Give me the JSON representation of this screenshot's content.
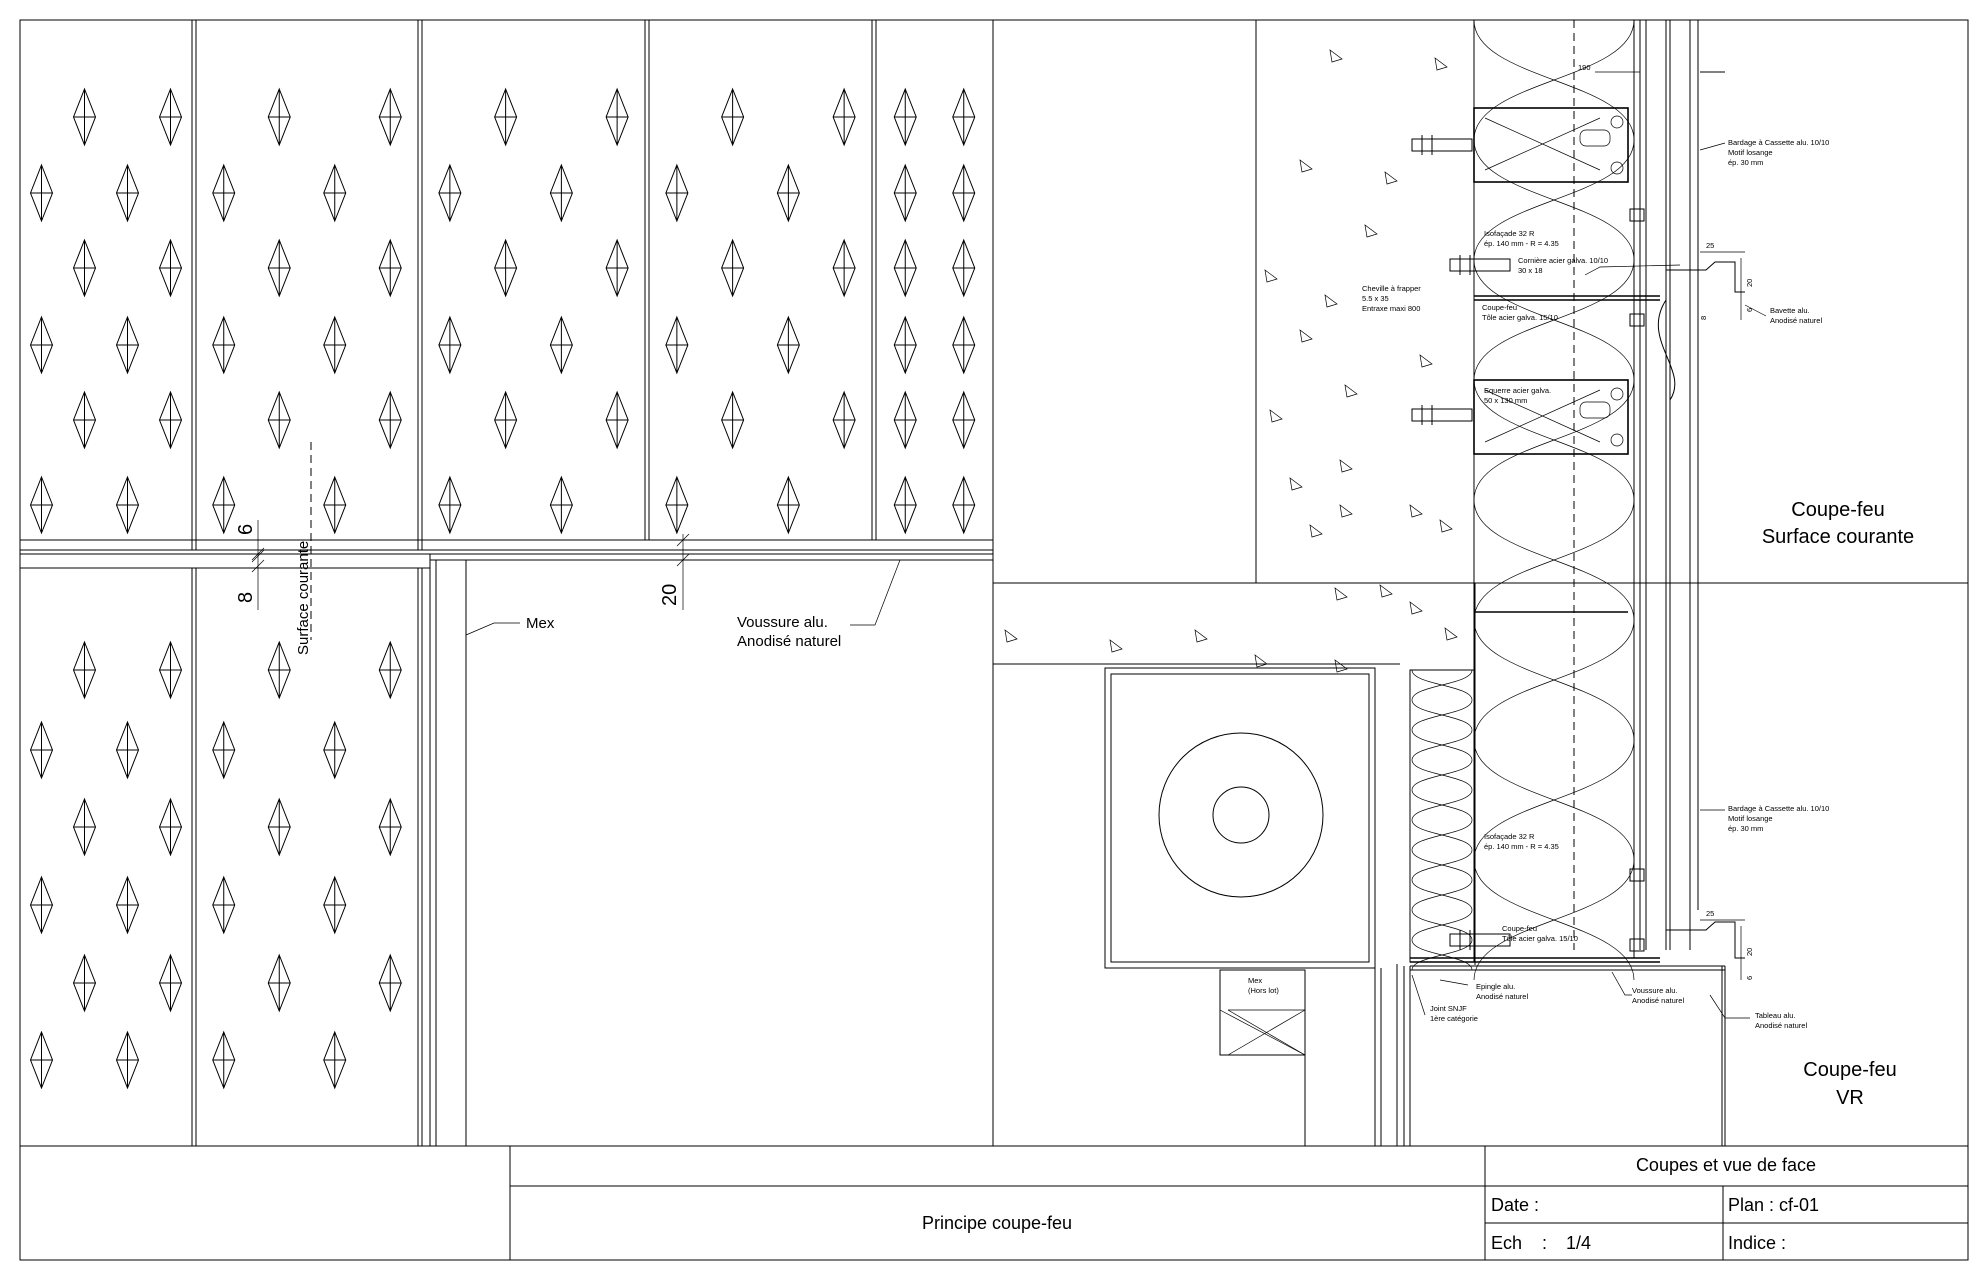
{
  "elevation_labels": {
    "surface_courante": "Surface courante",
    "dim_6": "6",
    "dim_8": "8",
    "dim_20": "20",
    "mex": "Mex",
    "voussure_line1": "Voussure alu.",
    "voussure_line2": "Anodisé naturel"
  },
  "section_labels": {
    "dim_190": "190",
    "bardage_top": [
      "Bardage à Cassette alu. 10/10",
      "Motif losange",
      "ép. 30 mm"
    ],
    "isofacade_top": [
      "Isofaçade 32 R",
      "ép. 140 mm - R = 4.35"
    ],
    "corniere": [
      "Cornière acier galva. 10/10",
      "30 x 18"
    ],
    "cheville": [
      "Cheville à frapper",
      "5.5 x 35",
      "Entraxe maxi 800"
    ],
    "coupefeu_top": [
      "Coupe-feu",
      "Tôle acier galva. 15/10"
    ],
    "bavette": [
      "Bavette alu.",
      "Anodisé naturel"
    ],
    "dim_25_top": "25",
    "dim_20_top": "20",
    "dim_6_top": "6",
    "dim_8_top": "8",
    "equerre": [
      "Equerre acier galva.",
      "50 x 130 mm"
    ],
    "title_top": [
      "Coupe-feu",
      "Surface courante"
    ],
    "bardage_bottom": [
      "Bardage à Cassette alu. 10/10",
      "Motif losange",
      "ép. 30 mm"
    ],
    "isofacade_bottom": [
      "Isofaçade 32 R",
      "ép. 140 mm - R = 4.35"
    ],
    "coupefeu_bottom": [
      "Coupe-feu",
      "Tôle acier galva. 15/10"
    ],
    "dim_25_bottom": "25",
    "dim_20_bottom": "20",
    "dim_6_bottom": "6",
    "mex_hors_lot": [
      "Mex",
      "(Hors lot)"
    ],
    "epingle": [
      "Epingle alu.",
      "Anodisé naturel"
    ],
    "joint": [
      "Joint SNJF",
      "1ère catégorie"
    ],
    "voussure_bottom": [
      "Voussure alu.",
      "Anodisé naturel"
    ],
    "tableau": [
      "Tableau alu.",
      "Anodisé naturel"
    ],
    "title_bottom": [
      "Coupe-feu",
      "VR"
    ]
  },
  "title_block": {
    "project": "Principe coupe-feu",
    "sheet_title": "Coupes et vue de face",
    "date_label": "Date :",
    "plan_label": "Plan : cf-01",
    "ech_label": "Ech",
    "ech_sep": ":",
    "ech_value": "1/4",
    "indice_label": "Indice :"
  }
}
